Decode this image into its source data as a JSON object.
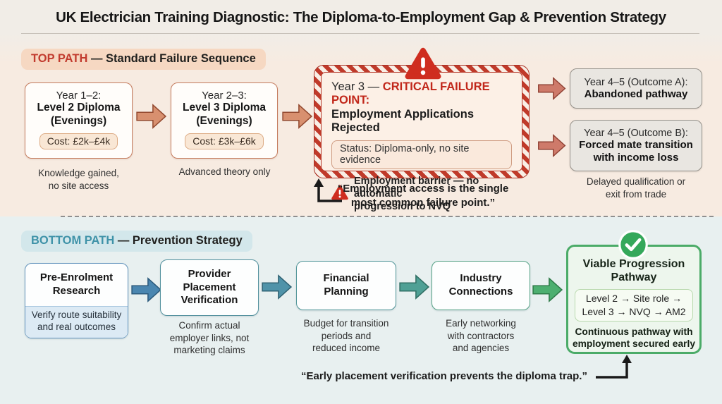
{
  "colors": {
    "failure_accent": "#c23b2e",
    "prevention_accent": "#3e92a8",
    "success_green": "#4bab68",
    "warning_red": "#cf2d1f",
    "top_section_bg": "#f7ebe1",
    "bottom_section_bg": "#e8f0f0"
  },
  "header": {
    "title": "UK Electrician Training Diagnostic: The Diploma-to-Employment Gap & Prevention Strategy"
  },
  "top_path": {
    "label_highlight": "TOP PATH",
    "label_rest": " — Standard Failure Sequence",
    "stage1": {
      "line1": "Year 1–2:",
      "line2": "Level 2 Diploma\n(Evenings)",
      "cost_badge": "Cost: £2k–£4k",
      "caption": "Knowledge gained,\nno site access"
    },
    "stage2": {
      "line1": "Year 2–3:",
      "line2": "Level 3 Diploma\n(Evenings)",
      "cost_badge": "Cost: £3k–£6k",
      "caption": "Advanced theory only"
    },
    "critical": {
      "title_prefix": "Year 3 — ",
      "title_highlight": "CRITICAL FAILURE POINT:",
      "subtitle": "Employment Applications Rejected",
      "status_badge": "Status: Diploma-only, no site evidence",
      "barrier_note": "Employment barrier — no automatic\nprogression to NVQ"
    },
    "outcome_a": {
      "line1": "Year 4–5 (Outcome A):",
      "line2": "Abandoned pathway"
    },
    "outcome_b": {
      "line1": "Year 4–5 (Outcome B):",
      "line2": "Forced mate transition\nwith income loss"
    },
    "outcomes_caption": "Delayed qualification or\nexit from trade",
    "quote": "“Employment access is the single\nmost common failure point.”"
  },
  "bottom_path": {
    "label_highlight": "BOTTOM PATH",
    "label_rest": " — Prevention Strategy",
    "steps": [
      {
        "title": "Pre-Enrolment\nResearch",
        "note": "Verify route suitability\nand real outcomes"
      },
      {
        "title": "Provider\nPlacement\nVerification",
        "caption": "Confirm actual\nemployer links, not\nmarketing claims"
      },
      {
        "title": "Financial\nPlanning",
        "caption": "Budget for transition\nperiods and\nreduced income"
      },
      {
        "title": "Industry\nConnections",
        "caption": "Early networking\nwith contractors\nand agencies"
      }
    ],
    "result": {
      "title": "Viable Progression\nPathway",
      "pathway_badge": "Level 2 → Site role →\nLevel 3 → NVQ → AM2",
      "caption": "Continuous pathway with\nemployment secured early"
    },
    "quote": "“Early placement verification prevents the diploma trap.”"
  }
}
